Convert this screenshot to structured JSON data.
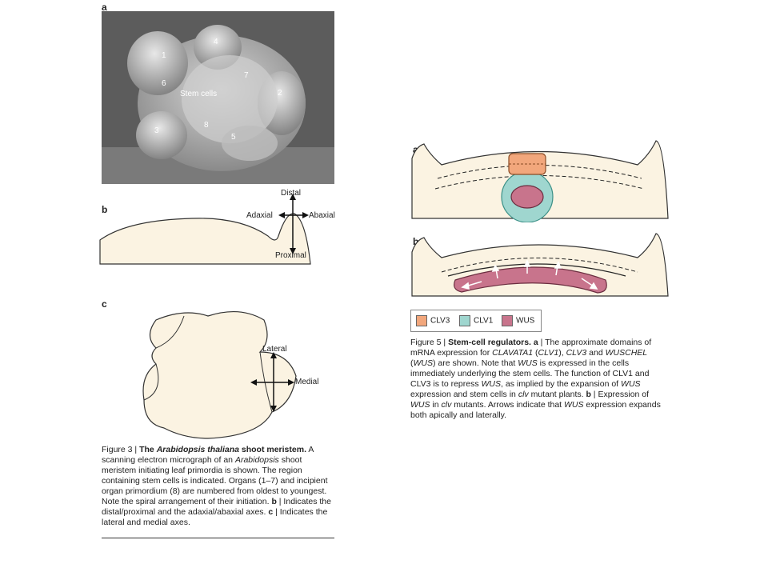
{
  "fig3": {
    "panel_a": "a",
    "panel_b": "b",
    "panel_c": "c",
    "sem_labels": {
      "stem": "Stem cells",
      "n1": "1",
      "n2": "2",
      "n3": "3",
      "n4": "4",
      "n5": "5",
      "n6": "6",
      "n7": "7",
      "n8": "8"
    },
    "axes_b": {
      "distal": "Distal",
      "proximal": "Proximal",
      "adaxial": "Adaxial",
      "abaxial": "Abaxial"
    },
    "axes_c": {
      "lateral": "Lateral",
      "medial": "Medial"
    },
    "caption": {
      "prefix": "Figure 3 | ",
      "title_pre": "The ",
      "title_italic": "Arabidopsis thaliana",
      "title_post": " shoot meristem.",
      "lines": [
        " A",
        "scanning electron micrograph of an ",
        "Arabidopsis",
        " shoot meristem initiating leaf primordia is shown. The region containing stem cells is indicated. Organs (1–7) and incipient organ primordium (8) are numbered from oldest to youngest. Note the spiral arrangement of their initiation. ",
        "b",
        " | Indicates the distal/proximal and the adaxial/abaxial axes. ",
        "c",
        " | Indicates the lateral and medial axes."
      ]
    }
  },
  "fig5": {
    "panel_a": "a",
    "panel_b": "b",
    "legend": {
      "clv3": "CLV3",
      "clv1": "CLV1",
      "wus": "WUS"
    },
    "colors": {
      "clv3": "#f2a77c",
      "clv1": "#9fd6cf",
      "wus": "#c8748c",
      "tissue": "#fbf3e2"
    },
    "caption": {
      "prefix": "Figure 5 | ",
      "title": "Stem-cell regulators.",
      "a": " a",
      "a_text1": " | The approximate domains of mRNA expression for ",
      "clavata1": "CLAVATA1",
      "clv1_paren": " (",
      "clv1_it": "CLV1",
      "mid1": "), ",
      "clv3_it": "CLV3",
      "mid2": " and ",
      "wuschel": "WUSCHEL",
      "mid3": " (",
      "wus_it": "WUS",
      "mid4": ") are shown. Note that ",
      "wus_it2": "WUS",
      "mid5": " is expressed in the cells immediately underlying the stem cells. The function of CLV1 and CLV3 is to repress ",
      "wus_it3": "WUS",
      "mid6": ", as implied by the expansion of ",
      "wus_it4": "WUS",
      "mid7": " expression and stem cells in ",
      "clv_it": "clv",
      "mid8": " mutant plants. ",
      "b": "b",
      "mid9": " | Expression of ",
      "wus_it5": "WUS",
      "mid10": " in ",
      "clv_it2": "clv",
      "mid11": " mutants. Arrows indicate that ",
      "wus_it6": "WUS",
      "mid12": " expression expands both apically and laterally."
    }
  }
}
